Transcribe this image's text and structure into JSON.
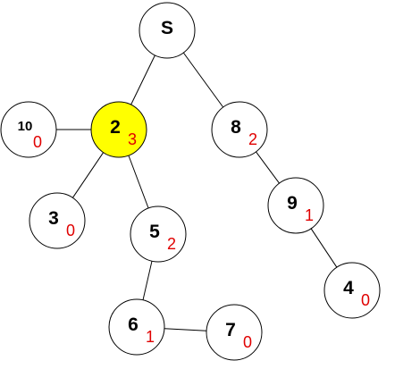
{
  "colors": {
    "node_fill": "#ffffff",
    "highlight_fill": "#ffff00",
    "subscript": "#e00000",
    "stroke": "#000000"
  },
  "nodes": [
    {
      "id": "S",
      "label": "S",
      "value": ""
    },
    {
      "id": "2",
      "label": "2",
      "value": "3",
      "highlighted": true
    },
    {
      "id": "8",
      "label": "8",
      "value": "2"
    },
    {
      "id": "10",
      "label": "10",
      "value": "0"
    },
    {
      "id": "3",
      "label": "3",
      "value": "0"
    },
    {
      "id": "5",
      "label": "5",
      "value": "2"
    },
    {
      "id": "9",
      "label": "9",
      "value": "1"
    },
    {
      "id": "6",
      "label": "6",
      "value": "1"
    },
    {
      "id": "7",
      "label": "7",
      "value": "0"
    },
    {
      "id": "4",
      "label": "4",
      "value": "0"
    }
  ],
  "edges": [
    {
      "from": "S",
      "to": "2"
    },
    {
      "from": "S",
      "to": "8"
    },
    {
      "from": "2",
      "to": "10"
    },
    {
      "from": "2",
      "to": "3"
    },
    {
      "from": "2",
      "to": "5"
    },
    {
      "from": "8",
      "to": "9"
    },
    {
      "from": "9",
      "to": "4"
    },
    {
      "from": "5",
      "to": "6"
    },
    {
      "from": "6",
      "to": "7"
    }
  ]
}
